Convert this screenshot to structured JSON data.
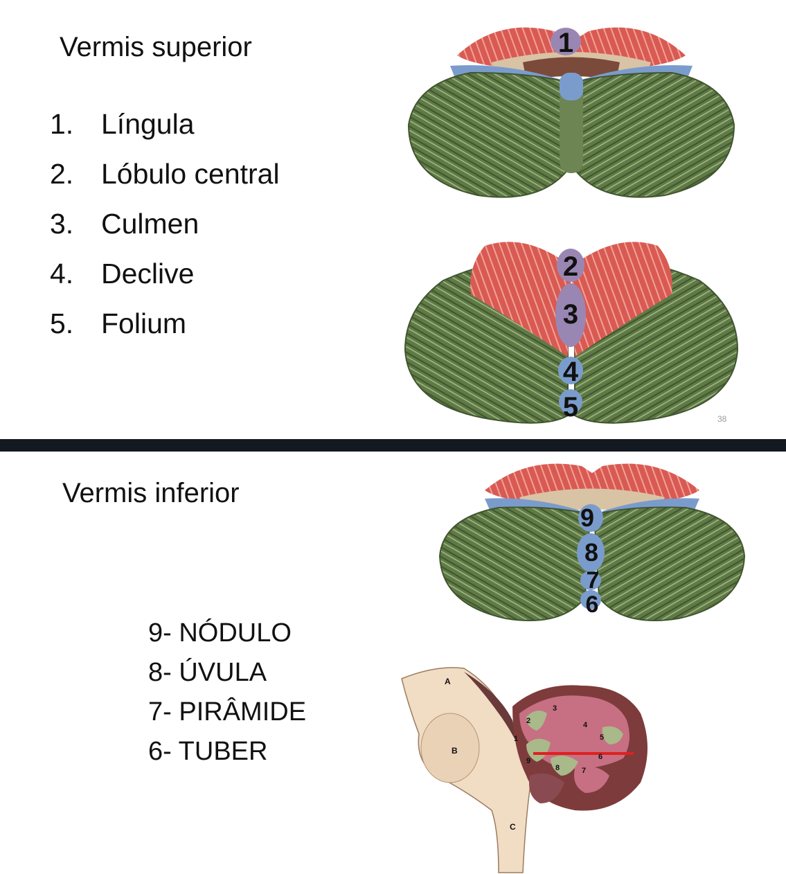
{
  "slides": [
    {
      "title": "Vermis superior",
      "items": [
        {
          "number": "1.",
          "label": "Língula"
        },
        {
          "number": "2.",
          "label": "Lóbulo central"
        },
        {
          "number": "3.",
          "label": "Culmen"
        },
        {
          "number": "4.",
          "label": "Declive"
        },
        {
          "number": "5.",
          "label": "Folium"
        }
      ],
      "figure_labels": {
        "fig1": [
          "1"
        ],
        "fig2": [
          "2",
          "3",
          "4",
          "5"
        ]
      },
      "slide_number": "38"
    },
    {
      "title": "Vermis inferior",
      "items": [
        "9- NÓDULO",
        "8- ÚVULA",
        "7- PIRÂMIDE",
        "6- TUBER"
      ],
      "figure_labels": {
        "fig3": [
          "9",
          "8",
          "7",
          "6"
        ]
      },
      "section_letters": [
        "A",
        "B",
        "C"
      ],
      "section_numbers": [
        "1",
        "2",
        "3",
        "4",
        "5",
        "6",
        "7",
        "8",
        "9"
      ]
    }
  ],
  "colors": {
    "hemisphere_green": "#5f7a45",
    "anterior_red": "#d95a52",
    "lingula_blue": "#7a9ccc",
    "vermis_purple": "#9a86b2",
    "divider": "#141820",
    "cut_line": "#e02020"
  }
}
